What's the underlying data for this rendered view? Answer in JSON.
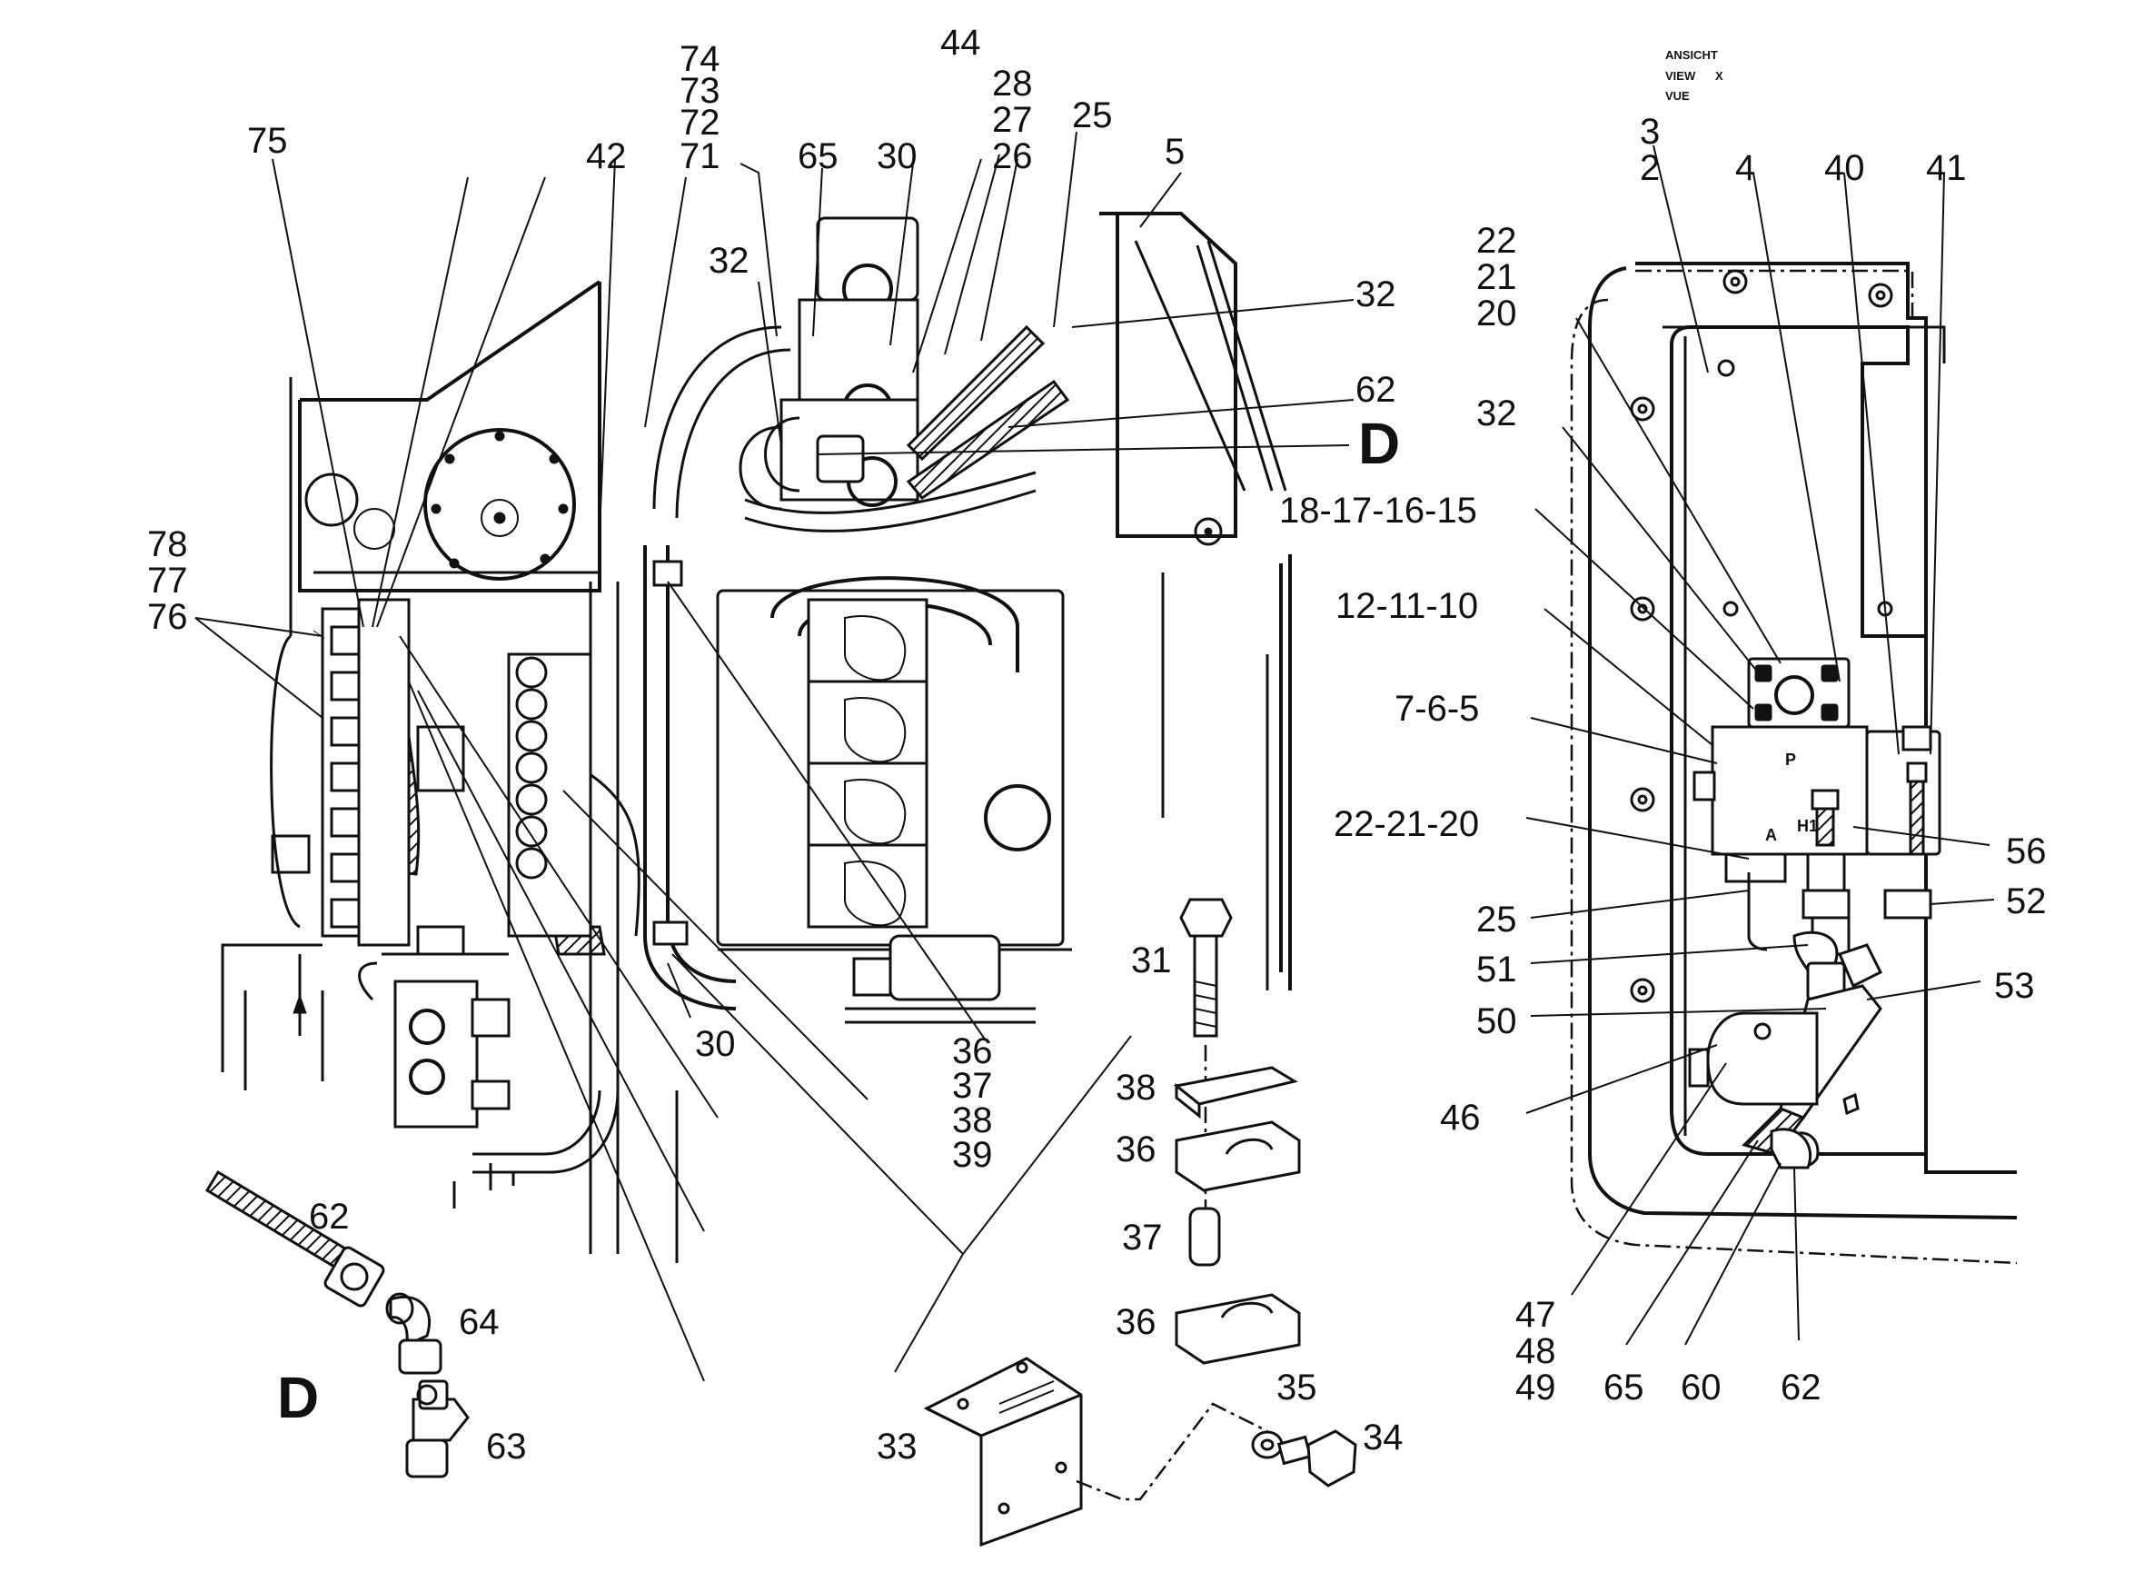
{
  "view_title": [
    "ANSICHT",
    "VIEW",
    "VUE"
  ],
  "view_letter": "X",
  "detail_letter": "D",
  "parts": {
    "p74": "74",
    "p73": "73",
    "p72": "72",
    "p71": "71",
    "p44": "44",
    "p28": "28",
    "p27": "27",
    "p26": "26",
    "p25a": "25",
    "p75": "75",
    "p42": "42",
    "p65a": "65",
    "p30a": "30",
    "p5a": "5",
    "p32a": "32",
    "p32b": "32",
    "p62a": "62",
    "p78": "78",
    "p77": "77",
    "p76": "76",
    "p30b": "30",
    "p36a": "36",
    "p37a": "37",
    "p38a": "38",
    "p39": "39",
    "p31": "31",
    "p38b": "38",
    "p36b": "36",
    "p37b": "37",
    "p36c": "36",
    "p62b": "62",
    "p64": "64",
    "p63": "63",
    "p33": "33",
    "p35": "35",
    "p34": "34",
    "p3": "3",
    "p2": "2",
    "p4": "4",
    "p40": "40",
    "p41": "41",
    "p22a": "22",
    "p21a": "21",
    "p20a": "20",
    "p32c": "32",
    "g18": "18-17-16-15",
    "g12": "12-11-10",
    "g7": "7-6-5",
    "g22": "22-21-20",
    "p56": "56",
    "p25b": "25",
    "p52": "52",
    "p51": "51",
    "p53": "53",
    "p50": "50",
    "p46": "46",
    "p47": "47",
    "p48": "48",
    "p49": "49",
    "p65b": "65",
    "p60": "60",
    "p62c": "62",
    "port_p": "P",
    "port_a": "A",
    "port_h1": "H1"
  }
}
